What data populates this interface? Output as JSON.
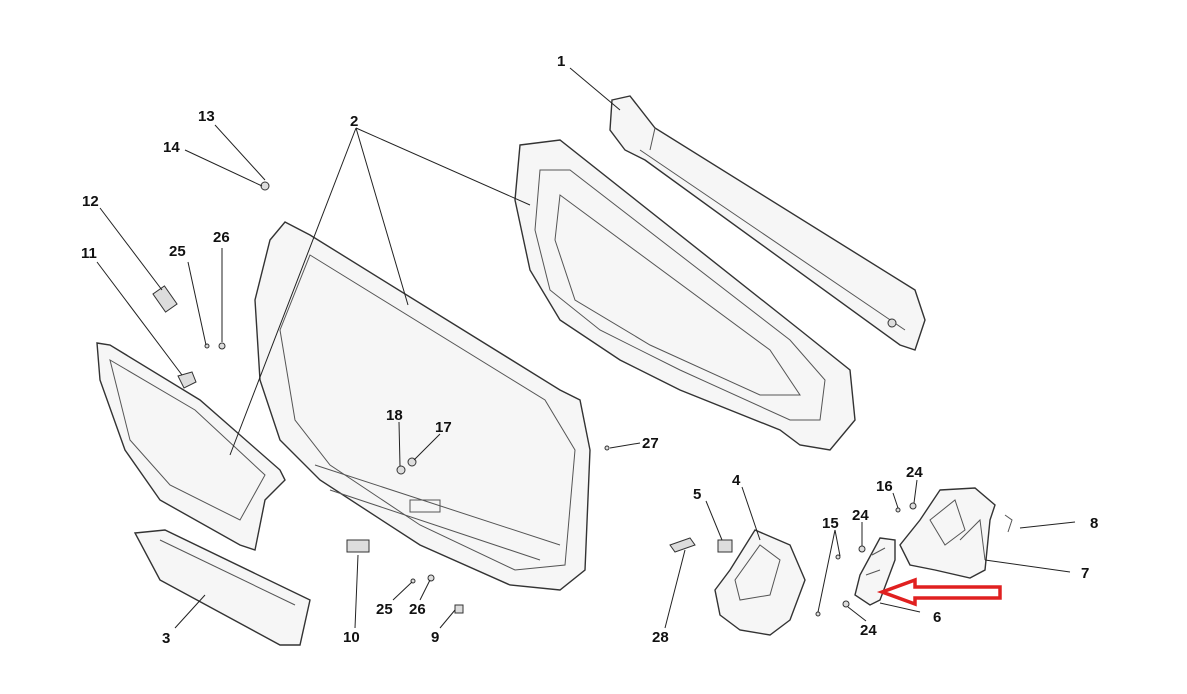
{
  "diagram": {
    "callouts": {
      "c1": "1",
      "c2": "2",
      "c3": "3",
      "c4": "4",
      "c5": "5",
      "c6": "6",
      "c7": "7",
      "c8": "8",
      "c9": "9",
      "c10": "10",
      "c11": "11",
      "c12": "12",
      "c13": "13",
      "c14": "14",
      "c15": "15",
      "c16": "16",
      "c17": "17",
      "c18": "18",
      "c24a": "24",
      "c24b": "24",
      "c24c": "24",
      "c25a": "25",
      "c25b": "25",
      "c26a": "26",
      "c26b": "26",
      "c27": "27",
      "c28": "28"
    },
    "colors": {
      "highlight_arrow": "#e02020",
      "line": "#222222"
    }
  }
}
